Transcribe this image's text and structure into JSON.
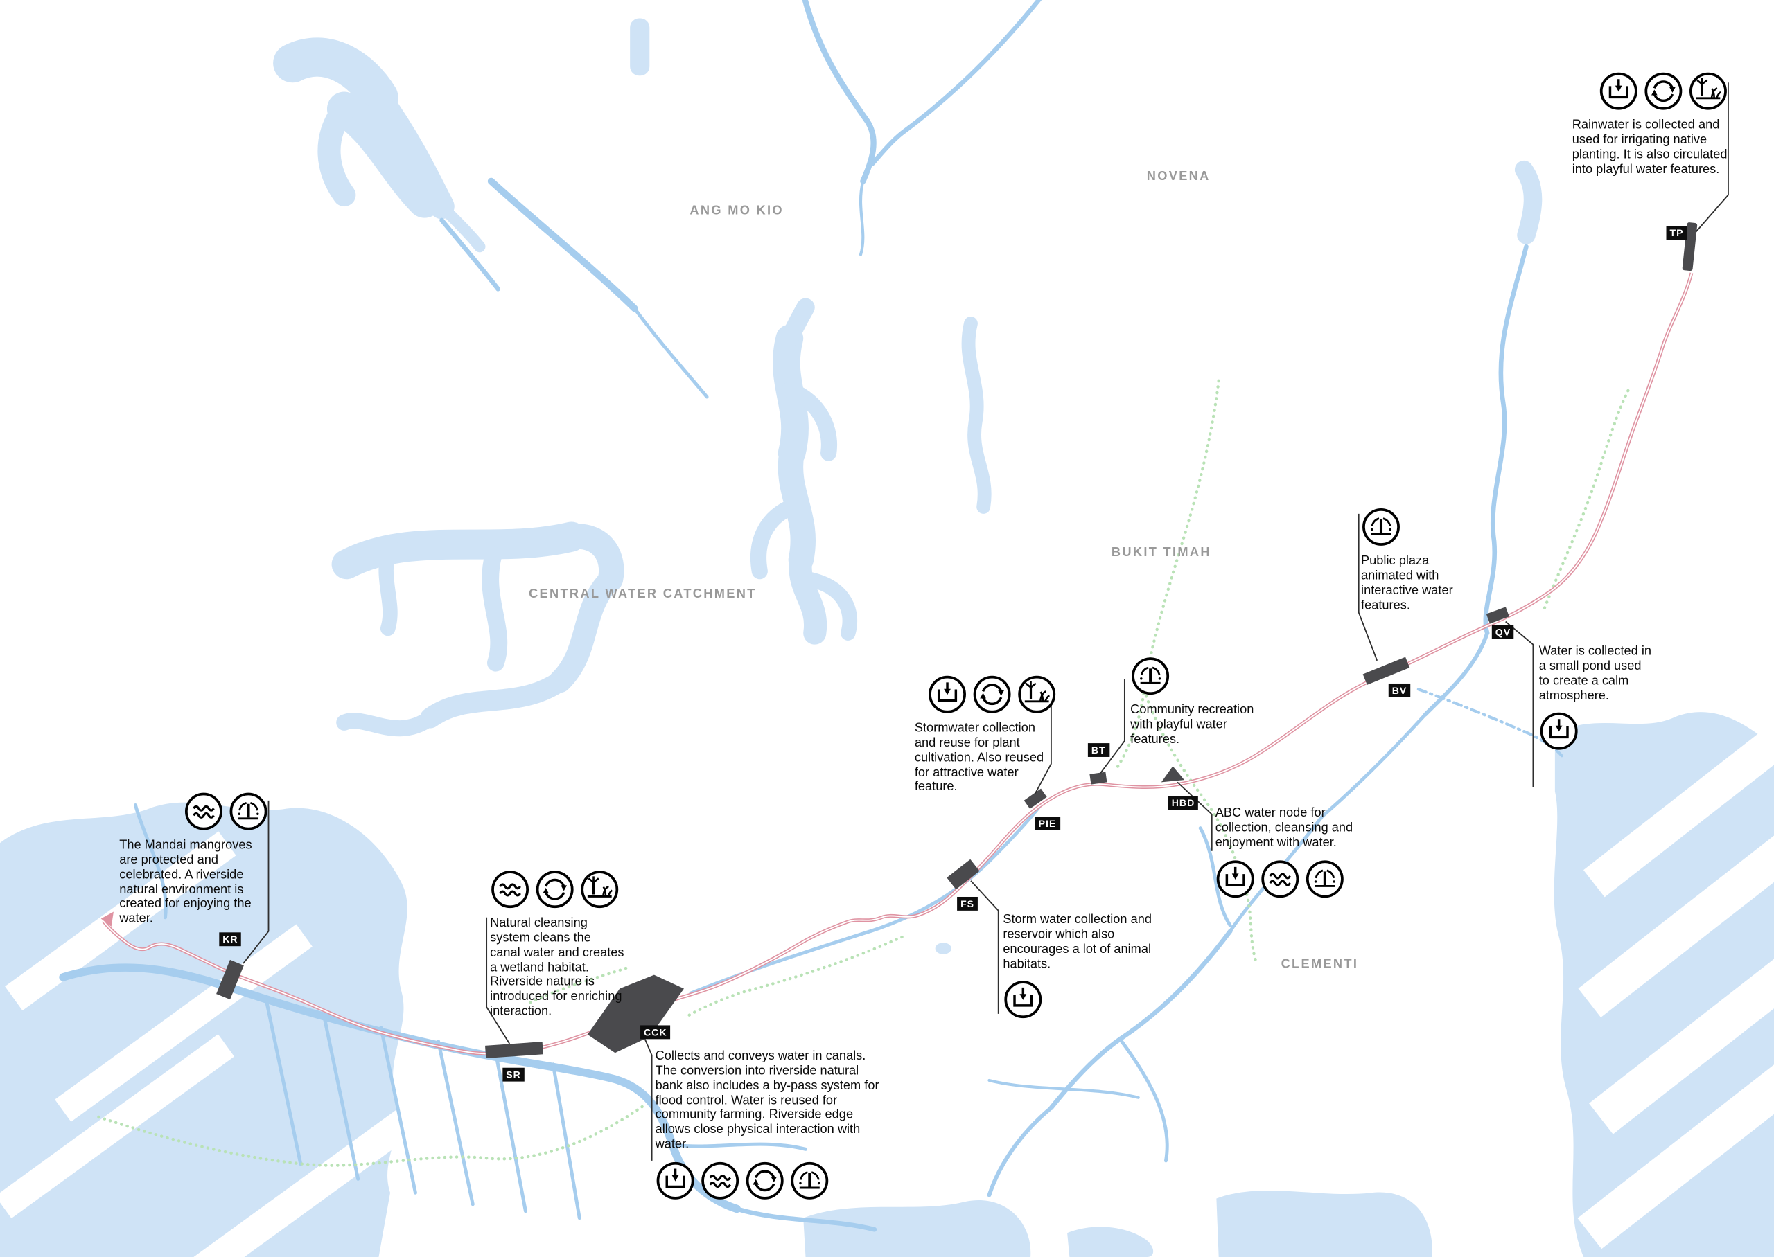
{
  "map": {
    "regions": {
      "ang_mo_kio": "ANG MO KIO",
      "novena": "NOVENA",
      "central_water_catchment": "CENTRAL WATER CATCHMENT",
      "bukit_timah": "BUKIT TIMAH",
      "clementi": "CLEMENTI"
    },
    "stations": {
      "tp": "TP",
      "qv": "QV",
      "bv": "BV",
      "bt": "BT",
      "hbd": "HBD",
      "pie": "PIE",
      "fs": "FS",
      "cck": "CCK",
      "sr": "SR",
      "kr": "KR"
    },
    "annotations": {
      "tp": {
        "station": "TP",
        "icons": [
          "water-collection",
          "recycle",
          "irrigation-planting"
        ],
        "text": "Rainwater is collected and used for irrigating native planting. It is also circulated into playful water features."
      },
      "bv": {
        "station": "BV",
        "icons": [
          "fountain"
        ],
        "text": "Public plaza animated with interactive water features."
      },
      "qv": {
        "station": "QV",
        "icons": [
          "water-collection"
        ],
        "text": "Water is collected in a small pond used to create a calm atmosphere."
      },
      "bt": {
        "station": "BT",
        "icons": [
          "fountain"
        ],
        "text": "Community recreation with playful water features."
      },
      "hbd": {
        "station": "HBD",
        "icons": [
          "water-collection",
          "water-cleansing",
          "fountain"
        ],
        "text": "ABC water node for collection, cleansing and enjoyment with water."
      },
      "pie": {
        "station": "PIE",
        "icons": [
          "water-collection",
          "recycle",
          "irrigation-planting"
        ],
        "text": "Stormwater collection and reuse for plant cultivation. Also reused for attractive water feature."
      },
      "fs": {
        "station": "FS",
        "icons": [
          "water-collection"
        ],
        "text": "Storm water collection and reservoir which also encourages a lot of animal habitats."
      },
      "cck": {
        "station": "CCK",
        "icons": [
          "water-collection",
          "water-cleansing",
          "recycle",
          "fountain"
        ],
        "text": "Collects and conveys water in canals. The conversion into riverside natural bank also includes a by-pass system for flood control. Water is reused for community farming. Riverside edge allows close physical interaction with water."
      },
      "sr": {
        "station": "SR",
        "icons": [
          "water-cleansing",
          "recycle",
          "irrigation-planting"
        ],
        "text": "Natural cleansing system cleans the canal water and creates a wetland habitat. Riverside nature is introduced for enriching interaction."
      },
      "kr": {
        "station": "KR",
        "icons": [
          "water-cleansing",
          "fountain"
        ],
        "text": "The Mandai mangroves are protected and celebrated. A riverside natural environment is created for enjoying the water."
      }
    },
    "colors": {
      "water": "#cfe3f6",
      "river": "#a6cdee",
      "route": "#df93a2",
      "greenway": "#b9e2b6",
      "marker": "#4a4a4d",
      "station_badge_bg": "#0d0d0d",
      "station_badge_text": "#ffffff",
      "region_label": "#999999",
      "annotation_text": "#0a0a0a"
    }
  }
}
